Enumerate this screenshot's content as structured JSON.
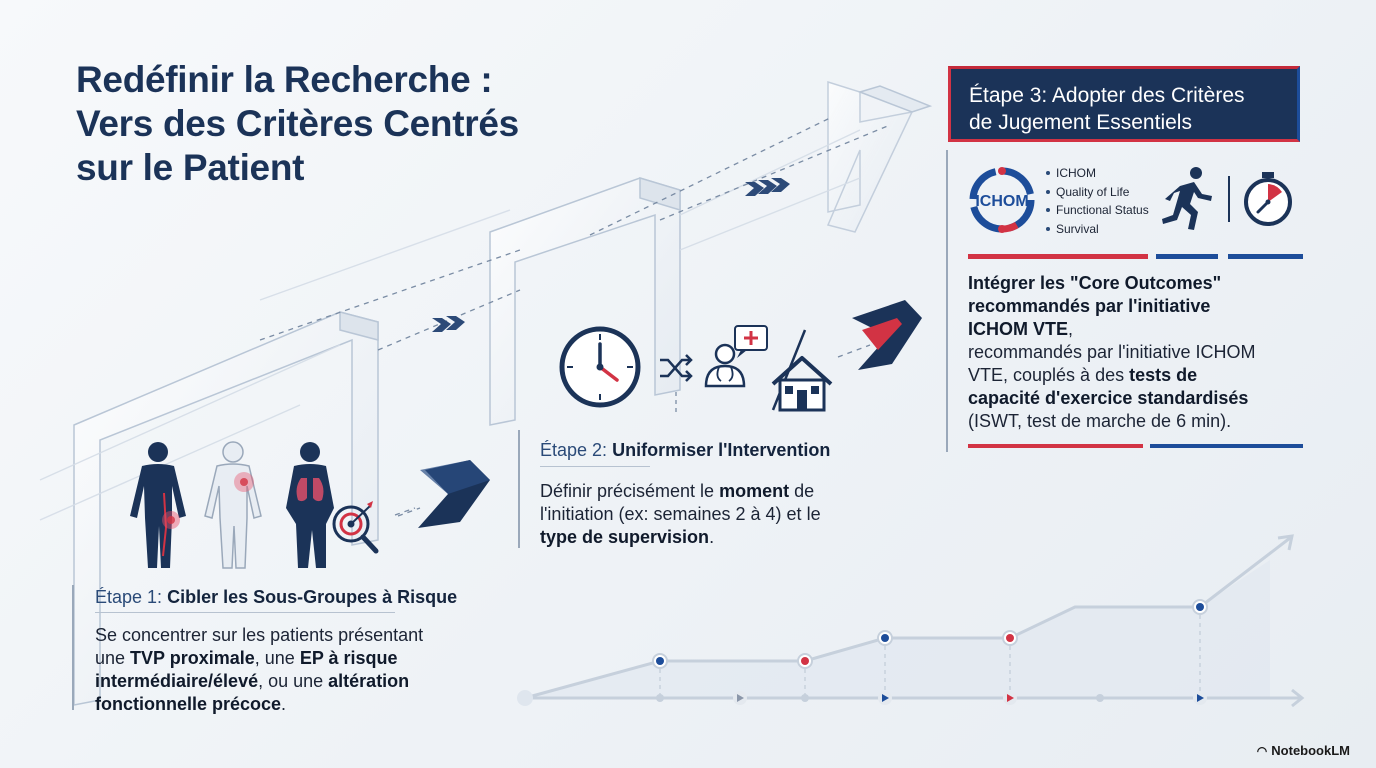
{
  "title": {
    "line1": "Redéfinir la Recherche :",
    "line2": "Vers des Critères Centrés",
    "line3": "sur le Patient"
  },
  "step1": {
    "label": "Étape 1:",
    "heading": "Cibler les Sous-Groupes à Risque",
    "body": [
      {
        "text": "Se concentrer sur les patients présentant",
        "bold": false
      },
      {
        "text": " une ",
        "bold": false
      },
      {
        "text": "TVP proximale",
        "bold": true
      },
      {
        "text": ", une ",
        "bold": false
      },
      {
        "text": "EP à risque intermédiaire/élevé",
        "bold": true
      },
      {
        "text": ", ou une ",
        "bold": false
      },
      {
        "text": "altération fonctionnelle précoce",
        "bold": true
      },
      {
        "text": ".",
        "bold": false
      }
    ],
    "icons": [
      "body-leg-highlight-icon",
      "body-arm-highlight-icon",
      "body-lungs-icon",
      "target-magnifier-icon"
    ]
  },
  "step2": {
    "label": "Étape 2:",
    "heading": "Uniformiser l'Intervention",
    "body": [
      {
        "text": "Définir précisément le ",
        "bold": false
      },
      {
        "text": "moment",
        "bold": true
      },
      {
        "text": " de l'initiation (ex: semaines 2 à 4) et le ",
        "bold": false
      },
      {
        "text": "type de supervision",
        "bold": true
      },
      {
        "text": ".",
        "bold": false
      }
    ],
    "icons": [
      "clock-icon",
      "shuffle-icon",
      "doctor-icon",
      "home-icon"
    ]
  },
  "step3": {
    "heading_line1": "Étape 3: Adopter des Critères",
    "heading_line2": "de Jugement Essentiels",
    "logo_text": "ICHOM",
    "list": [
      "ICHOM",
      "Quality of Life",
      "Functional Status",
      "Survival"
    ],
    "body_bold": [
      "Intégrer les \"Core Outcomes\"",
      "recommandés par l'initiative",
      "ICHOM VTE",
      ","
    ],
    "body_lines": [
      {
        "text": "recommandés par l'initiative ICHOM",
        "bold": false
      },
      {
        "text": "VTE, couplés à des ",
        "bold": false
      },
      {
        "text": "tests de",
        "bold": true
      },
      {
        "text": "capacité d'exercice standardisés",
        "bold": true
      },
      {
        "text": "(ISWT, test de marche de 6 min).",
        "bold": false
      }
    ],
    "icons": [
      "runner-icon",
      "stopwatch-icon"
    ]
  },
  "colors": {
    "navy": "#1b3358",
    "red": "#d23344",
    "blue": "#1d4d9a",
    "text": "#1c2435",
    "line": "#c6d0dc"
  },
  "brand": "NotebookLM"
}
